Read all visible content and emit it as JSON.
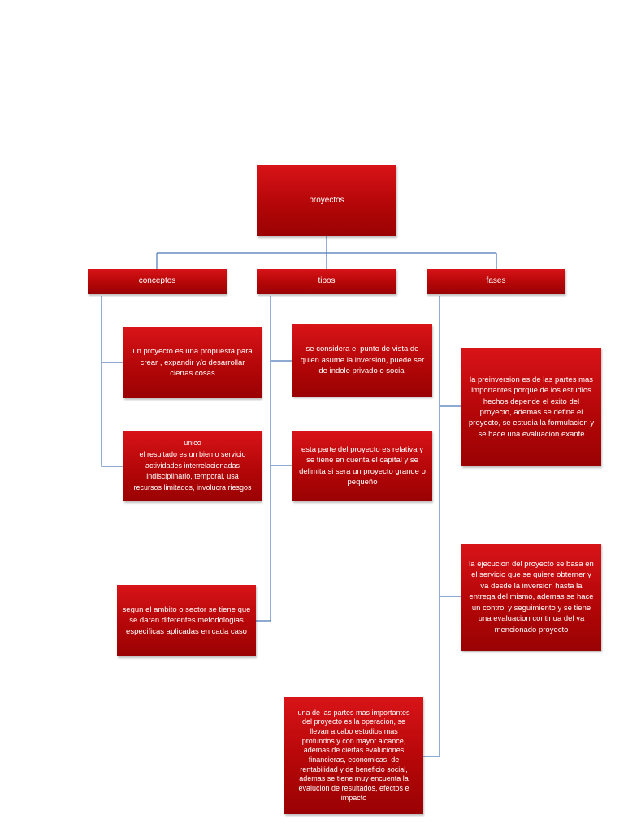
{
  "diagram": {
    "colors": {
      "box": "#c0080a",
      "connector": "#4a78b8",
      "text": "#ffffff"
    },
    "root": {
      "label": "proyectos"
    },
    "branches": [
      {
        "label": "conceptos"
      },
      {
        "label": "tipos"
      },
      {
        "label": "fases"
      }
    ],
    "conceptos_items": [
      {
        "text": "un proyecto es una propuesta para\ncrear , expandir y/o desarrollar\nciertas cosas"
      },
      {
        "text": "unico\nel resultado es un bien o servicio\nactividades interrelacionadas\nindisciplinario, temporal, usa\nrecursos limitados, involucra riesgos"
      }
    ],
    "tipos_items": [
      {
        "text": "se considera el punto de vista de\nquien asume la inversion, puede ser\nde indole privado o social"
      },
      {
        "text": "esta parte del proyecto es relativa y\nse tiene en cuenta el capital y se\ndelimita si sera un proyecto grande o\npequeño"
      },
      {
        "text": "segun el ambito o sector se tiene que\nse daran diferentes metodologias\nespecificas aplicadas en cada caso"
      }
    ],
    "fases_items": [
      {
        "text": "la preinversion es de las partes mas\nimportantes porque de los estudios\nhechos depende el exito del\nproyecto, ademas se define el\nproyecto, se estudia la formulacion y\nse hace una evaluacion exante"
      },
      {
        "text": "la ejecucion del proyecto se basa en\nel servicio que se quiere obterner y\nva desde la inversion hasta la\nentrega del mismo, ademas se hace\nun control y seguimiento y se tiene\nuna evaluacion continua del ya\nmencionado proyecto"
      },
      {
        "text": "una de las partes mas importantes\ndel proyecto es la operacion, se\nllevan a cabo  estudios mas\nprofundos y con mayor alcance,\nademas de ciertas evaluciones\nfinancieras, economicas, de\nrentabilidad y de beneficio social,\nademas se tiene muy encuenta la\nevalucion de resultados, efectos e\nimpacto"
      }
    ]
  }
}
